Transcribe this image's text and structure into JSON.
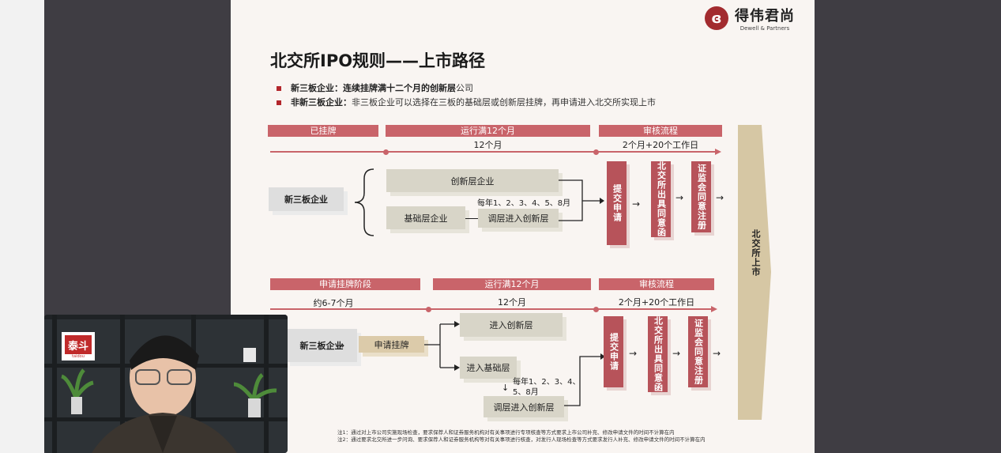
{
  "slide": {
    "logo": {
      "name": "得伟君尚",
      "subtitle": "Dewell & Partners",
      "icon": "logo-icon"
    },
    "title": "北交所IPO规则——上市路径",
    "bullets": [
      {
        "bold": "新三板企业：",
        "rest_bold": "连续挂牌满十二个月的创新层",
        "rest": "公司"
      },
      {
        "bold": "非新三板企业：",
        "rest": "非三板企业可以选择在三板的基础层或创新层挂牌，再申请进入北交所实现上市"
      }
    ],
    "section1": {
      "headers": [
        "已挂牌",
        "运行满12个月",
        "审核流程"
      ],
      "durations": [
        "12个月",
        "2个月+20个工作日"
      ],
      "start_box": "新三板企业",
      "innovation_box": "创新层企业",
      "basic_box": "基础层企业",
      "months_note": "每年1、2、3、4、5、8月",
      "move_box": "调层进入创新层",
      "steps": [
        "提交申请",
        "北交所出具同意函",
        "证监会同意注册"
      ]
    },
    "section2": {
      "headers": [
        "申请挂牌阶段",
        "运行满12个月",
        "审核流程"
      ],
      "durations": [
        "约6-7个月",
        "12个月",
        "2个月+20个工作日"
      ],
      "start_box": "新三板企业",
      "apply_box": "申请挂牌",
      "innovation_box": "进入创新层",
      "basic_box": "进入基础层",
      "months_note_1": "每年1、2、3、4、",
      "months_note_2": "5、8月",
      "move_box": "调层进入创新层",
      "steps": [
        "提交申请",
        "北交所出具同意函",
        "证监会同意注册"
      ]
    },
    "final": "北交所上市",
    "notes": [
      "注1：通过对上市公司实施现场检查，要求保荐人和证券服务机构对有关事项进行专项核查等方式要求上市公司补充、修改申请文件的时间不计算在内",
      "注2：通过要求北交所进一步问询、要求保荐人和证券服务机构等对有关事项进行核查，对发行人现场检查等方式要求发行人补充、修改申请文件的时间不计算在内"
    ]
  },
  "webcam": {
    "sign_text": "泰斗",
    "sign_sub": "taidou"
  },
  "colors": {
    "accent": "#c9646a",
    "dark_red": "#b7535a",
    "tan": "#d8d5c8",
    "background": "#3f3d43"
  }
}
